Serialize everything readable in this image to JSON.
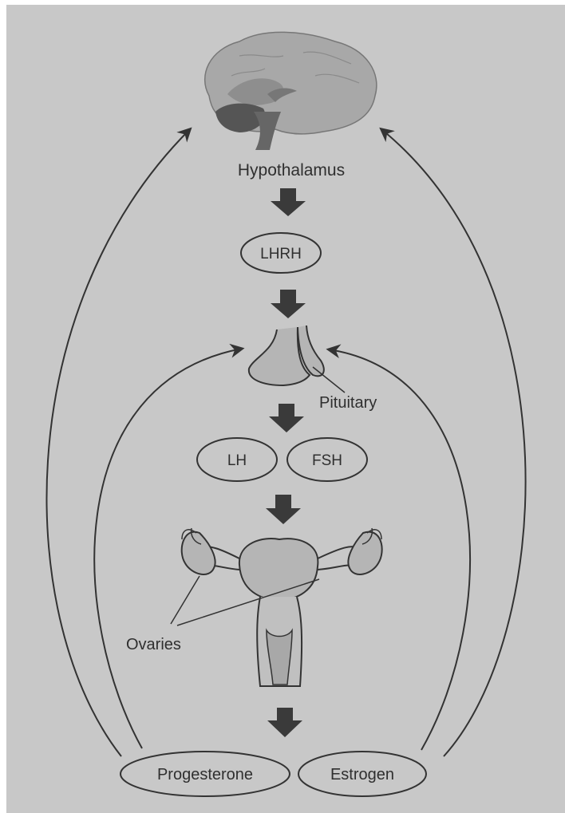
{
  "labels": {
    "hypothalamus": "Hypothalamus",
    "lhrh": "LHRH",
    "pituitary": "Pituitary",
    "lh": "LH",
    "fsh": "FSH",
    "ovaries": "Ovaries",
    "progesterone": "Progesterone",
    "estrogen": "Estrogen"
  },
  "colors": {
    "background": "#c8c8c8",
    "ink": "#333333",
    "arrow": "#3a3a3a",
    "organ_fill": "#b5b5b5",
    "brain_dark": "#555555"
  }
}
